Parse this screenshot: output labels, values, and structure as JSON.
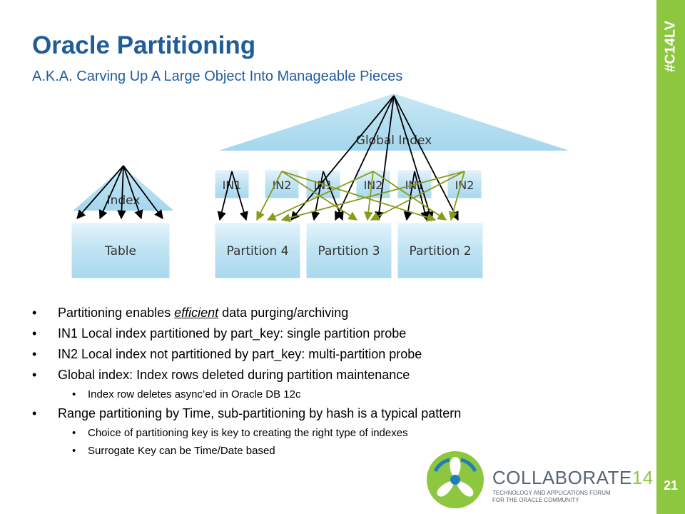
{
  "slide": {
    "title": "Oracle Partitioning",
    "subtitle": "A.K.A. Carving Up A Large Object Into Manageable Pieces",
    "hashtag": "#C14LV",
    "page_number": "21"
  },
  "diagram": {
    "global_index_label": "Global Index",
    "index_label": "Index",
    "table_label": "Table",
    "local_indexes": [
      "IN1",
      "IN2",
      "IN1",
      "IN2",
      "IN1",
      "IN2"
    ],
    "partitions": [
      "Partition 4",
      "Partition 3",
      "Partition 2"
    ]
  },
  "bullets": [
    {
      "level": 1,
      "pre": "Partitioning enables ",
      "em": "efficient",
      "post": " data purging/archiving"
    },
    {
      "level": 1,
      "text": "IN1 Local index partitioned by part_key: single partition probe"
    },
    {
      "level": 1,
      "text": "IN2 Local index not partitioned by part_key: multi-partition probe"
    },
    {
      "level": 1,
      "text": "Global index: Index rows deleted during partition maintenance"
    },
    {
      "level": 2,
      "text": "Index row deletes async’ed in Oracle DB 12c"
    },
    {
      "level": 1,
      "text": "Range partitioning by Time, sub-partitioning by hash is a typical pattern"
    },
    {
      "level": 2,
      "text": "Choice of partitioning key is key to creating the right type of indexes"
    },
    {
      "level": 2,
      "text": "Surrogate Key can be Time/Date based"
    }
  ],
  "footer": {
    "brand_name": "COLLABORATE",
    "brand_number": "14",
    "tagline_line1": "TECHNOLOGY AND APPLICATIONS FORUM",
    "tagline_line2": "FOR THE ORACLE COMMUNITY"
  },
  "colors": {
    "title_blue": "#1f5c99",
    "accent_green": "#8dc63f",
    "shape_fill": "#bfe3f3",
    "olive_arrow": "#8a9a1b"
  }
}
